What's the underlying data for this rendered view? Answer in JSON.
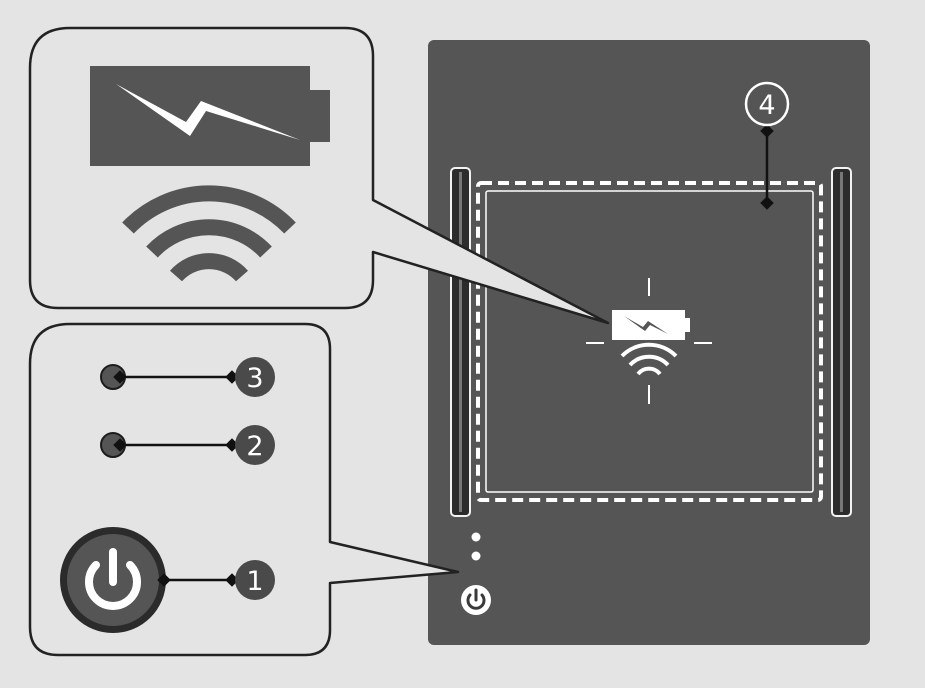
{
  "callouts": {
    "power_button": "1",
    "led_lower": "2",
    "led_upper": "3",
    "charging_area": "4"
  },
  "colors": {
    "background": "#e3e4e3",
    "device_body": "#555555",
    "panel_fill": "#e3e4e3",
    "panel_outline": "#222222",
    "icon_dark": "#555555",
    "callout_badge": "#4a4a4a",
    "callout_text": "#ffffff",
    "leader_line": "#111111",
    "dashed_outline": "#ffffff"
  },
  "icons": {
    "battery": "battery-charging-icon",
    "wireless": "wireless-signal-icon",
    "power": "power-icon"
  }
}
